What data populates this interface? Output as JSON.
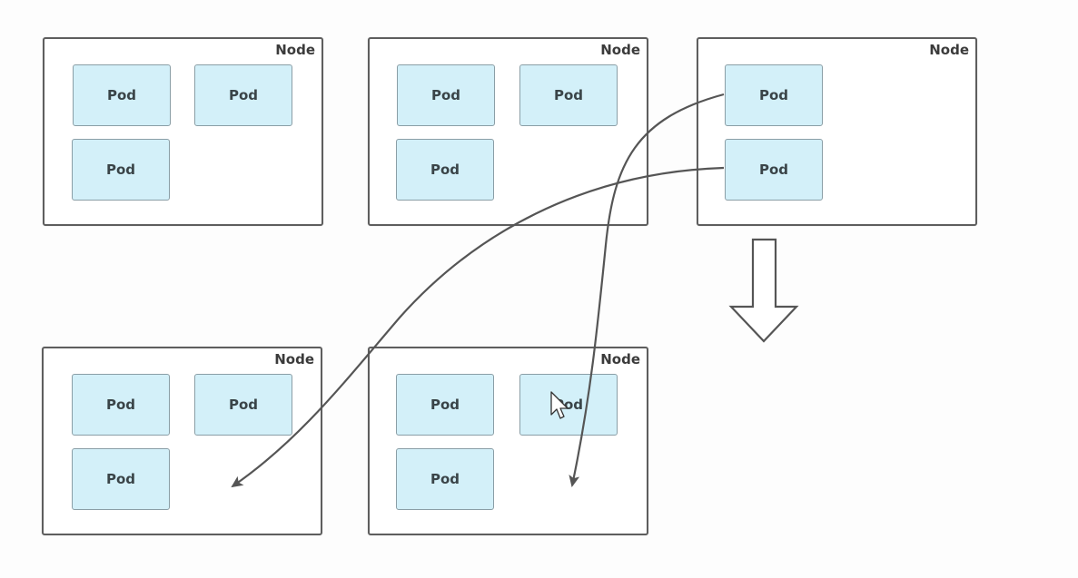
{
  "labels": {
    "node": "Node",
    "pod": "Pod"
  },
  "colors": {
    "node_border": "#5e5e5e",
    "pod_fill": "#d3f0f9",
    "pod_border": "#8a9ea6",
    "arrow": "#555555",
    "text": "#3a4448"
  },
  "nodes": [
    {
      "label": "Node",
      "pods": [
        "Pod",
        "Pod",
        "Pod"
      ]
    },
    {
      "label": "Node",
      "pods": [
        "Pod",
        "Pod",
        "Pod"
      ]
    },
    {
      "label": "Node",
      "pods": [
        "Pod",
        "Pod"
      ]
    },
    {
      "label": "Node",
      "pods": [
        "Pod",
        "Pod",
        "Pod"
      ]
    },
    {
      "label": "Node",
      "pods": [
        "Pod",
        "Pod",
        "Pod"
      ]
    }
  ],
  "icons": {
    "down_arrow": "block-down-arrow-icon",
    "cursor": "mouse-cursor-icon"
  }
}
